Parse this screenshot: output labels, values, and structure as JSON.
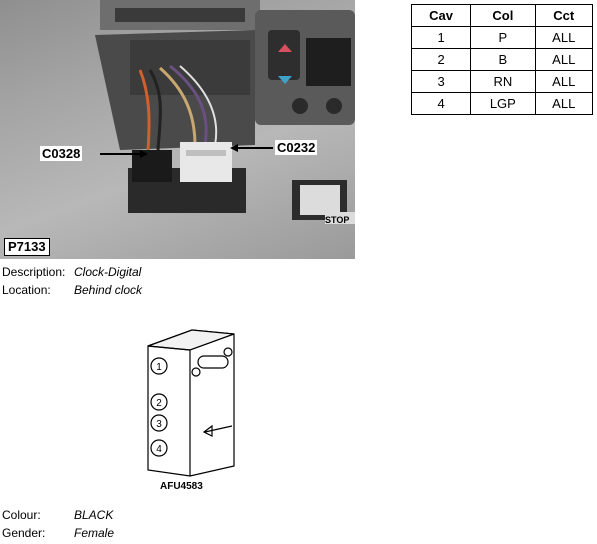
{
  "photo": {
    "callout_left": "C0328",
    "callout_right": "C0232",
    "photo_id": "P7133",
    "stop_label": "STOP"
  },
  "pin_table": {
    "headers": [
      "Cav",
      "Col",
      "Cct"
    ],
    "rows": [
      [
        "1",
        "P",
        "ALL"
      ],
      [
        "2",
        "B",
        "ALL"
      ],
      [
        "3",
        "RN",
        "ALL"
      ],
      [
        "4",
        "LGP",
        "ALL"
      ]
    ]
  },
  "details": {
    "description_label": "Description:",
    "description_value": "Clock-Digital",
    "location_label": "Location:",
    "location_value": "Behind clock",
    "colour_label": "Colour:",
    "colour_value": "BLACK",
    "gender_label": "Gender:",
    "gender_value": "Female"
  },
  "connector_diagram": {
    "pins": [
      "1",
      "2",
      "3",
      "4"
    ],
    "reference": "AFU4583"
  }
}
